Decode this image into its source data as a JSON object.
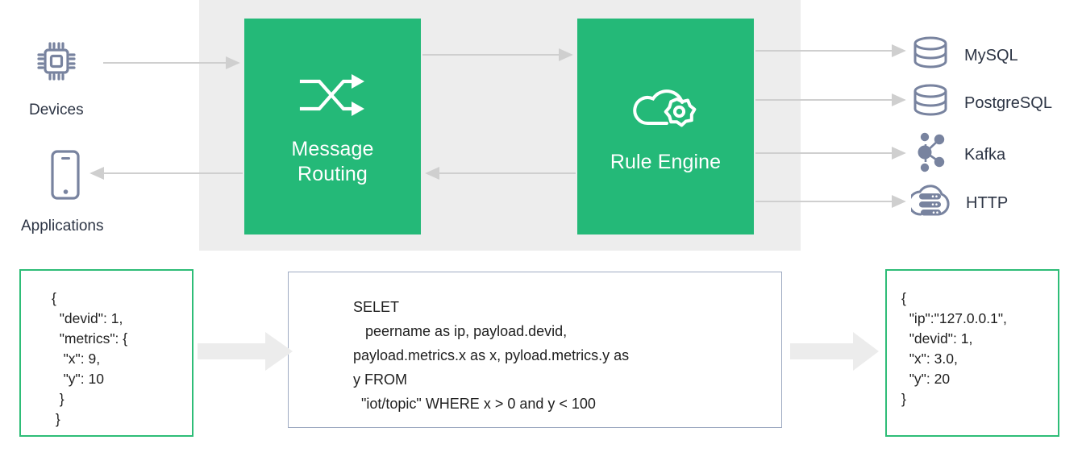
{
  "diagram": {
    "title": "EMQX message routing and rule engine data flow",
    "colors": {
      "green": "#24b978",
      "green_border": "#2ebd77",
      "panel_gray": "#ededed",
      "icon_slate": "#78839f",
      "text_dark": "#2c3444",
      "arrow_gray": "#cfcfcf",
      "block_arrow_gray": "#ececec",
      "sql_border": "#9fabc2"
    },
    "sources": [
      {
        "id": "devices",
        "label": "Devices",
        "icon": "chip-icon"
      },
      {
        "id": "applications",
        "label": "Applications",
        "icon": "mobile-phone-icon"
      }
    ],
    "stages": [
      {
        "id": "message-routing",
        "label": "Message\nRouting",
        "line1": "Message",
        "line2": "Routing",
        "icon": "shuffle-arrows-icon"
      },
      {
        "id": "rule-engine",
        "label": "Rule Engine",
        "line1": "Rule Engine",
        "line2": "",
        "icon": "cloud-gear-icon"
      }
    ],
    "sinks": [
      {
        "id": "mysql",
        "label": "MySQL",
        "icon": "database-cylinder-icon"
      },
      {
        "id": "postgresql",
        "label": "PostgreSQL",
        "icon": "database-cylinder-icon"
      },
      {
        "id": "kafka",
        "label": "Kafka",
        "icon": "node-graph-icon"
      },
      {
        "id": "http",
        "label": "HTTP",
        "icon": "cloud-server-icon"
      }
    ],
    "panels": {
      "input": {
        "id": "input-payload",
        "code": "{\n  \"devid\": 1,\n  \"metrics\": {\n   \"x\": 9,\n   \"y\": 10\n  }\n }"
      },
      "sql": {
        "id": "rule-sql",
        "code": "SELET\n   peername as ip, payload.devid,\npayload.metrics.x as x, pyload.metrics.y as\ny FROM\n  \"iot/topic\" WHERE x > 0 and y < 100"
      },
      "output": {
        "id": "output-payload",
        "code": "{\n  \"ip\":\"127.0.0.1\",\n  \"devid\": 1,\n  \"x\": 3.0,\n  \"y\": 20\n}"
      }
    }
  }
}
